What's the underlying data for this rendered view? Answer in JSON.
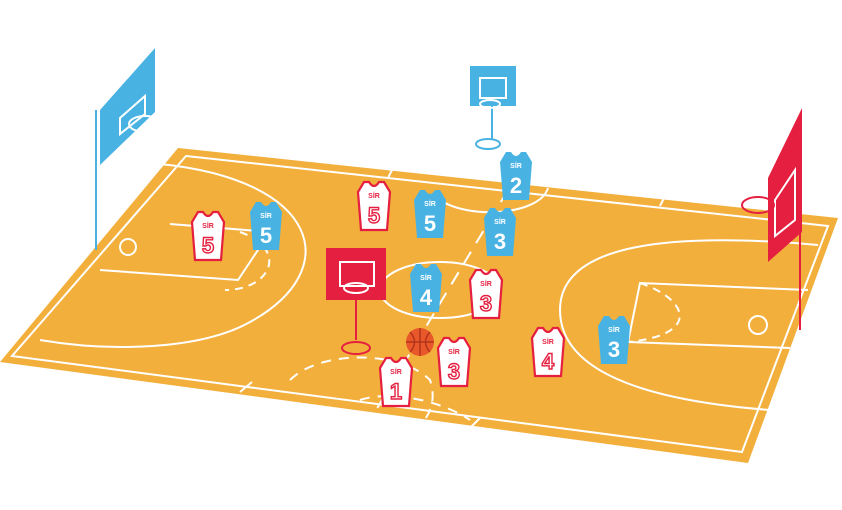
{
  "colors": {
    "court": "#F2AF3C",
    "line": "#FFFFFF",
    "team_red": "#E51F3F",
    "team_blue": "#48B3E3",
    "hoop_blue": "#48B3E3",
    "hoop_red": "#E51F3F",
    "ball": "#E8582A"
  },
  "jersey_brand": "SİR",
  "players": [
    {
      "team": "red",
      "number": "5",
      "icon": "red-jersey-icon"
    },
    {
      "team": "blue",
      "number": "5",
      "icon": "blue-jersey-icon"
    },
    {
      "team": "red",
      "number": "5",
      "icon": "red-jersey-icon"
    },
    {
      "team": "blue",
      "number": "5",
      "icon": "blue-jersey-icon"
    },
    {
      "team": "blue",
      "number": "2",
      "icon": "blue-jersey-icon"
    },
    {
      "team": "blue",
      "number": "3",
      "icon": "blue-jersey-icon"
    },
    {
      "team": "blue",
      "number": "4",
      "icon": "blue-jersey-icon"
    },
    {
      "team": "red",
      "number": "3",
      "icon": "red-jersey-icon"
    },
    {
      "team": "red",
      "number": "4",
      "icon": "red-jersey-icon"
    },
    {
      "team": "blue",
      "number": "3",
      "icon": "blue-jersey-icon"
    },
    {
      "team": "red",
      "number": "3",
      "icon": "red-jersey-icon"
    },
    {
      "team": "red",
      "number": "1",
      "icon": "red-jersey-icon"
    }
  ],
  "icons": {
    "ball": "basketball-icon",
    "hoops": [
      "left-hoop-icon",
      "center-hoop-icon",
      "right-hoop-icon",
      "foreground-hoop-icon"
    ]
  }
}
